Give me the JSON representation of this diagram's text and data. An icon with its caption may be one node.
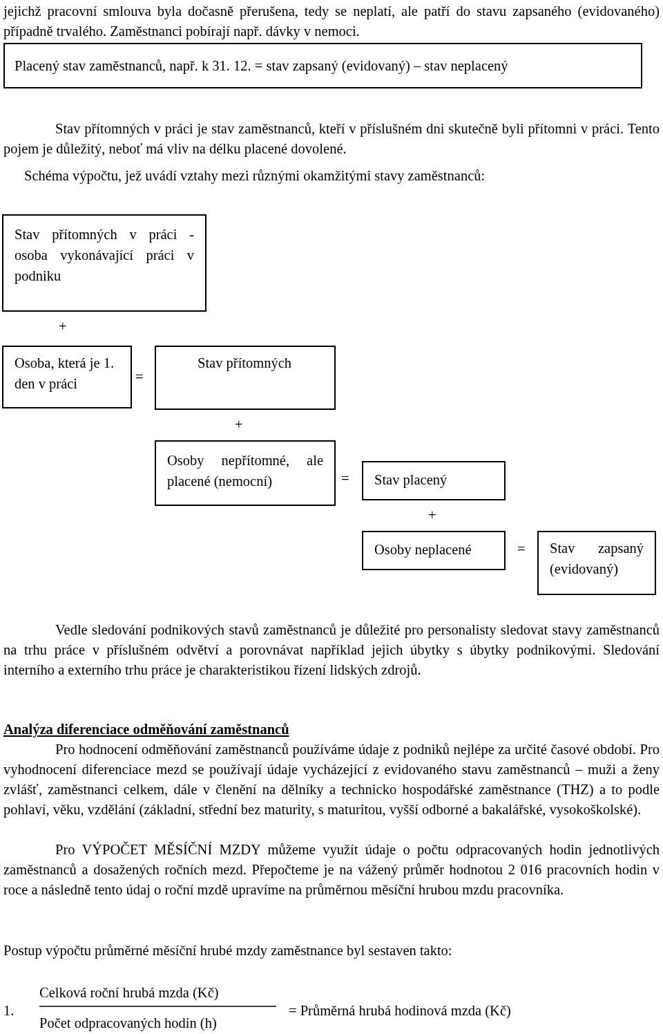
{
  "diagram": {
    "nodes": [
      {
        "text": [
          "Placený stav zaměstnanců, např. k 31. 12.  = stav zapsaný (evidovaný) – stav neplacený"
        ]
      },
      {
        "text": [
          "Stav přítomných v práci - osoba vykonávající práci v podniku"
        ]
      },
      {
        "text": [
          "Osoba, která je 1. den v práci"
        ]
      },
      {
        "text": [
          "Stav přítomných"
        ]
      },
      {
        "text": [
          "Osoby nepřítomné, ale placené (nemocní)"
        ]
      },
      {
        "text": [
          "Stav placený"
        ]
      },
      {
        "text": [
          "Osoby neplacené"
        ]
      },
      {
        "text": [
          "Stav zapsaný (evidovaný)"
        ]
      }
    ],
    "labels": [
      "jejichž pracovní smlouva byla dočasně přerušena, tedy se neplatí, ale patří do stavu zapsaného (evidovaného) případně trvalého. Zaměstnanci pobírají např. dávky v nemoci.",
      "Stav přítomných v práci je stav zaměstnanců, kteří v příslušném dni skutečně byli přítomni v práci. Tento pojem je důležitý, neboť má vliv na délku placené dovolené.",
      "Schéma výpočtu, jež uvádí vztahy mezi různými okamžitými stavy zaměstnanců:",
      "+",
      "=",
      "+",
      "=",
      "+",
      "=",
      "Vedle sledování podnikových stavů zaměstnanců je důležité pro personalisty sledovat stavy zaměstnanců na trhu práce v příslušném odvětví a porovnávat například jejich úbytky s úbytky podnikovými. Sledování interního a externího trhu práce je charakteristikou řízení lidských zdrojů.",
      "Analýza diferenciace odměňování zaměstnanců",
      "Pro hodnocení odměňování zaměstnanců používáme údaje z podniků nejlépe za určité časové období. Pro vyhodnocení diferenciace mezd se používají údaje vycházející z evidovaného stavu zaměstnanců – muži a ženy zvlášť, zaměstnanci celkem, dále v členění na dělníky a technicko hospodářské zaměstnance (THZ) a to podle pohlaví, věku, vzdělání (základní, střední bez maturity, s maturitou, vyšší odborné a bakalářské, vysokoškolské).",
      "Pro VÝPOČET MĚSÍČNÍ MZDY můžeme využít údaje o počtu odpracovaných hodin jednotlivých zaměstnanců a dosažených ročních mezd. Přepočteme je na vážený průměr hodnotou 2 016 pracovních hodin v roce a následně tento údaj o roční mzdě upravíme na průměrnou měsíční hrubou mzdu pracovníka.",
      "Postup výpočtu průměrné měsíční hrubé mzdy zaměstnance byl sestaven takto:",
      "1.",
      "Celková roční hrubá mzda (Kč)",
      "Počet odpracovaných hodin (h)",
      "= Průměrná hrubá hodinová mzda (Kč)"
    ]
  }
}
